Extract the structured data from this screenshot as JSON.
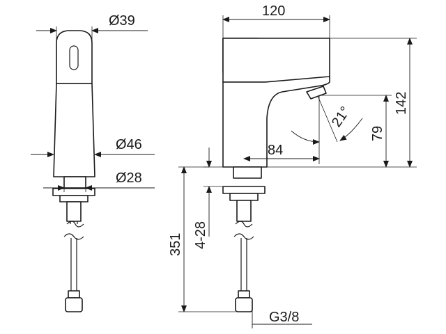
{
  "dimensions": {
    "front_top_diameter": "Ø39",
    "front_body_diameter": "Ø46",
    "front_base_diameter": "Ø28",
    "side_width": "120",
    "side_total_height": "142",
    "side_spout_height": "79",
    "side_spout_reach": "84",
    "side_angle": "21°",
    "side_total_length": "351",
    "side_thickness_range": "4-28",
    "side_connector": "G3/8"
  },
  "colors": {
    "line": "#1a1a1a",
    "background": "#ffffff"
  }
}
